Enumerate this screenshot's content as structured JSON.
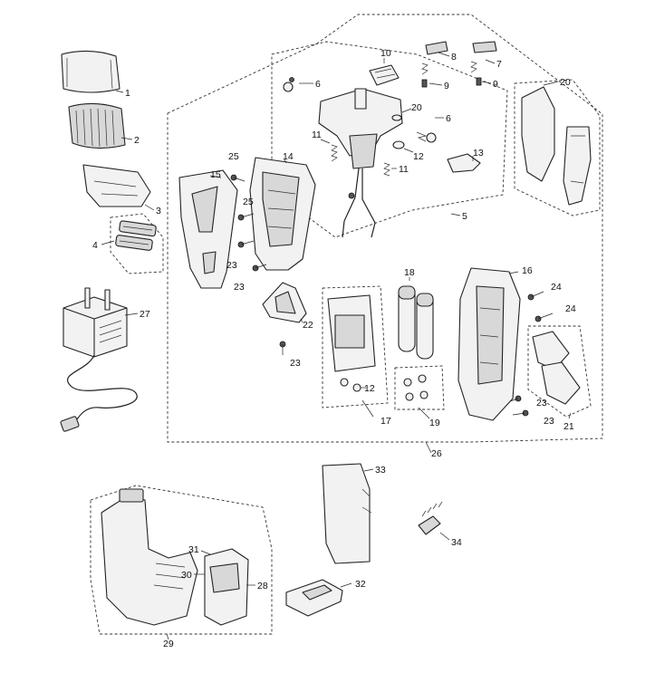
{
  "diagram": {
    "parts": [
      {
        "id": "p1",
        "label": "1"
      },
      {
        "id": "p2",
        "label": "2"
      },
      {
        "id": "p3",
        "label": "3"
      },
      {
        "id": "p4",
        "label": "4"
      },
      {
        "id": "p5",
        "label": "5"
      },
      {
        "id": "p6a",
        "label": "6"
      },
      {
        "id": "p6b",
        "label": "6"
      },
      {
        "id": "p7",
        "label": "7"
      },
      {
        "id": "p8",
        "label": "8"
      },
      {
        "id": "p9a",
        "label": "9"
      },
      {
        "id": "p9b",
        "label": "9"
      },
      {
        "id": "p10",
        "label": "10"
      },
      {
        "id": "p11a",
        "label": "11"
      },
      {
        "id": "p11b",
        "label": "11"
      },
      {
        "id": "p12a",
        "label": "12"
      },
      {
        "id": "p12b",
        "label": "12"
      },
      {
        "id": "p13",
        "label": "13"
      },
      {
        "id": "p14",
        "label": "14"
      },
      {
        "id": "p15",
        "label": "15"
      },
      {
        "id": "p16",
        "label": "16"
      },
      {
        "id": "p17",
        "label": "17"
      },
      {
        "id": "p18",
        "label": "18"
      },
      {
        "id": "p19",
        "label": "19"
      },
      {
        "id": "p20a",
        "label": "20"
      },
      {
        "id": "p20b",
        "label": "20"
      },
      {
        "id": "p21",
        "label": "21"
      },
      {
        "id": "p22",
        "label": "22"
      },
      {
        "id": "p23a",
        "label": "23"
      },
      {
        "id": "p23b",
        "label": "23"
      },
      {
        "id": "p23c",
        "label": "23"
      },
      {
        "id": "p23d",
        "label": "23"
      },
      {
        "id": "p23e",
        "label": "23"
      },
      {
        "id": "p24a",
        "label": "24"
      },
      {
        "id": "p24b",
        "label": "24"
      },
      {
        "id": "p25a",
        "label": "25"
      },
      {
        "id": "p25b",
        "label": "25"
      },
      {
        "id": "p26",
        "label": "26"
      },
      {
        "id": "p27",
        "label": "27"
      },
      {
        "id": "p28",
        "label": "28"
      },
      {
        "id": "p29",
        "label": "29"
      },
      {
        "id": "p30",
        "label": "30"
      },
      {
        "id": "p31",
        "label": "31"
      },
      {
        "id": "p32",
        "label": "32"
      },
      {
        "id": "p33",
        "label": "33"
      },
      {
        "id": "p34",
        "label": "34"
      }
    ]
  }
}
